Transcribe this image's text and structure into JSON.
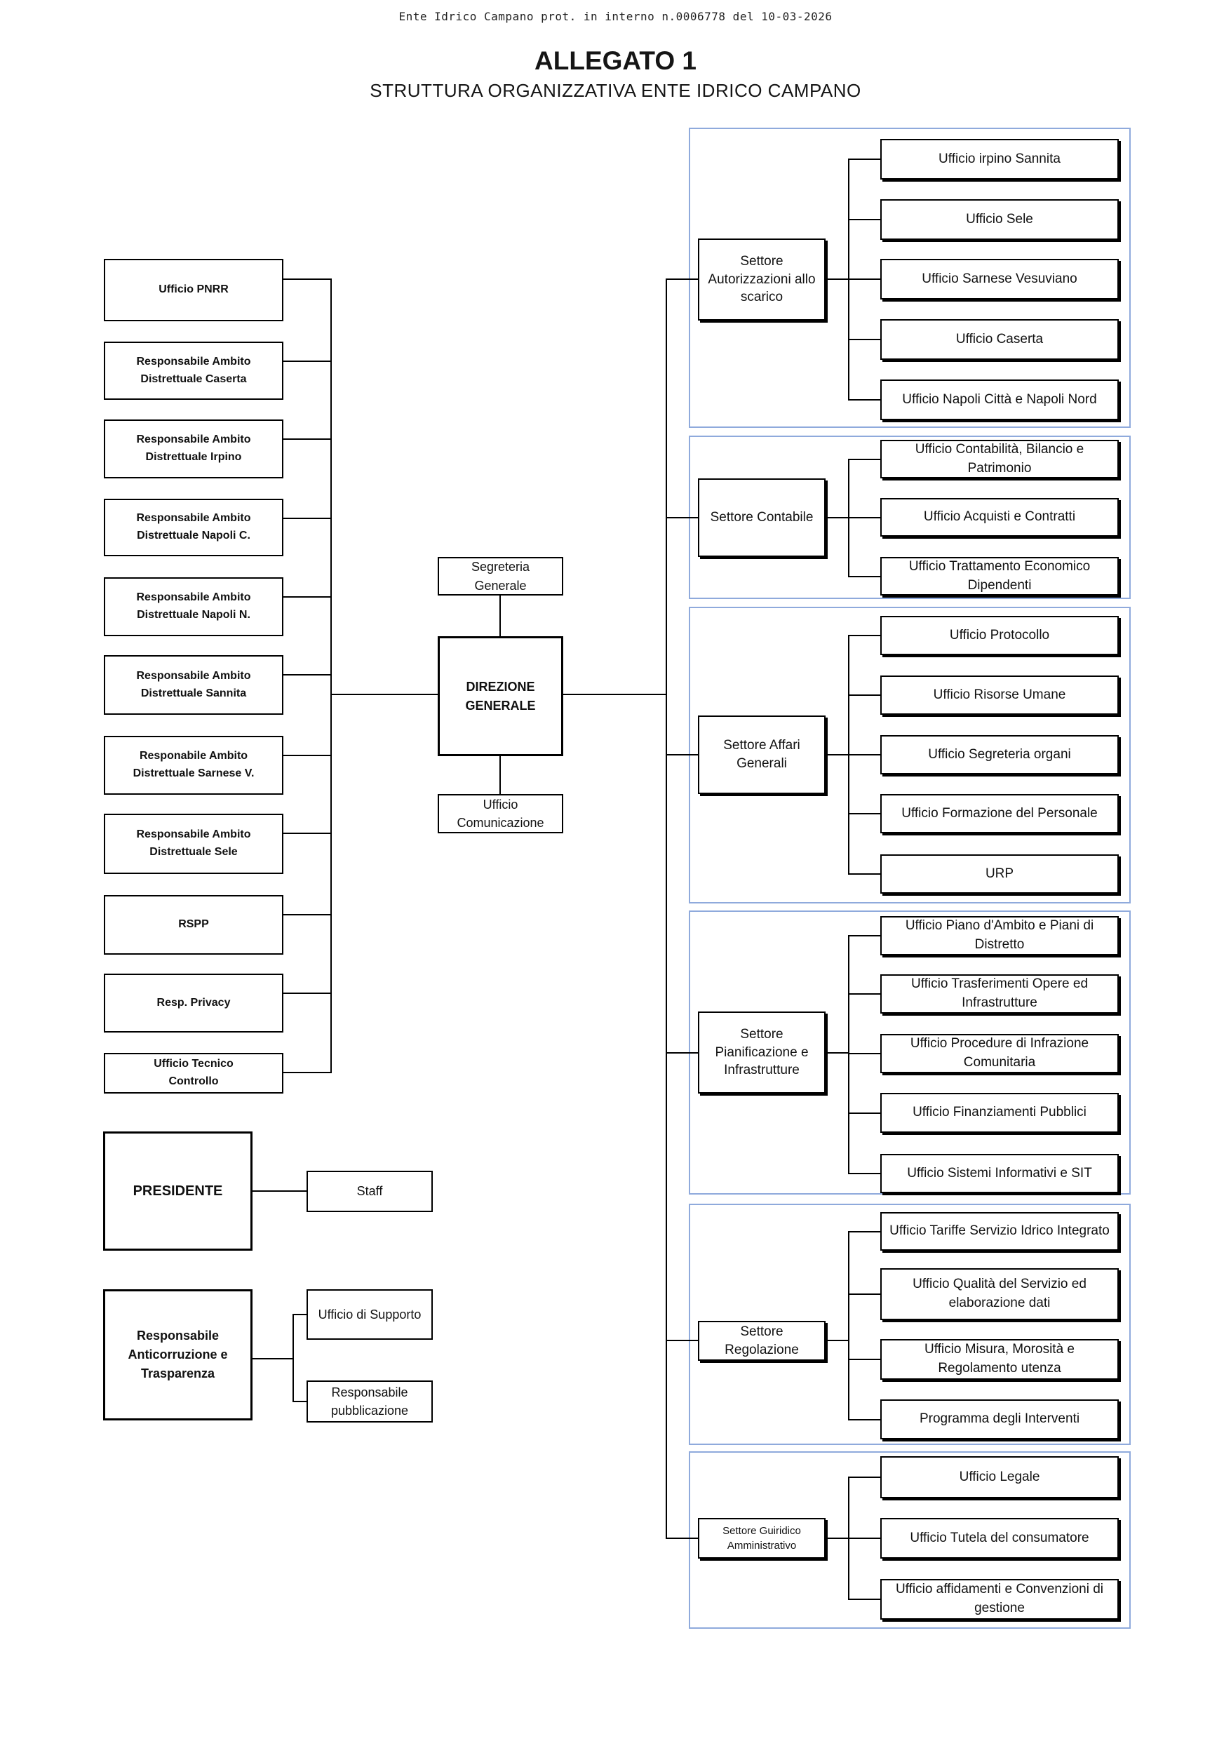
{
  "header": {
    "protocol_line": "Ente Idrico Campano prot. in interno n.0006778 del 10-03-2026",
    "title": "ALLEGATO 1",
    "subtitle": "STRUTTURA ORGANIZZATIVA ENTE IDRICO CAMPANO"
  },
  "colors": {
    "line": "#000000",
    "container_border": "#8FAADC",
    "box_border": "#000000",
    "background": "#ffffff"
  },
  "left_column": {
    "items": [
      {
        "label": "Ufficio PNRR"
      },
      {
        "label": "Responsabile Ambito Distrettuale Caserta"
      },
      {
        "label": "Responsabile Ambito Distrettuale Irpino"
      },
      {
        "label": "Responsabile Ambito Distrettuale Napoli C."
      },
      {
        "label": "Responsabile Ambito Distrettuale Napoli N."
      },
      {
        "label": "Responsabile Ambito Distrettuale Sannita"
      },
      {
        "label": "Responabile Ambito Distrettuale Sarnese V."
      },
      {
        "label": "Responsabile Ambito Distrettuale Sele"
      },
      {
        "label": "RSPP"
      },
      {
        "label": "Resp. Privacy"
      },
      {
        "label": "Ufficio Tecnico Controllo"
      }
    ]
  },
  "center": {
    "segreteria_generale": "Segreteria Generale",
    "direzione_generale": "DIREZIONE GENERALE",
    "ufficio_comunicazione": "Ufficio Comunicazione"
  },
  "presidency": {
    "presidente": "PRESIDENTE",
    "staff": "Staff"
  },
  "anticorruzione": {
    "label": "Responsabile Anticorruzione e Trasparenza",
    "children": [
      {
        "label": "Ufficio di Supporto"
      },
      {
        "label": "Responsabile pubblicazione"
      }
    ]
  },
  "sectors": [
    {
      "name": "Settore Autorizzazioni allo scarico",
      "offices": [
        {
          "label": "Ufficio irpino Sannita"
        },
        {
          "label": "Ufficio Sele"
        },
        {
          "label": "Ufficio Sarnese Vesuviano"
        },
        {
          "label": "Ufficio Caserta"
        },
        {
          "label": "Ufficio Napoli Città e Napoli Nord"
        }
      ]
    },
    {
      "name": "Settore Contabile",
      "offices": [
        {
          "label": "Ufficio Contabilità, Bilancio e Patrimonio"
        },
        {
          "label": "Ufficio Acquisti e Contratti"
        },
        {
          "label": "Ufficio Trattamento Economico Dipendenti"
        }
      ]
    },
    {
      "name": "Settore Affari Generali",
      "offices": [
        {
          "label": "Ufficio Protocollo"
        },
        {
          "label": "Ufficio Risorse Umane"
        },
        {
          "label": "Ufficio Segreteria organi"
        },
        {
          "label": "Ufficio Formazione del Personale"
        },
        {
          "label": "URP"
        }
      ]
    },
    {
      "name": "Settore Pianificazione e Infrastrutture",
      "offices": [
        {
          "label": "Ufficio Piano d'Ambito e Piani di Distretto"
        },
        {
          "label": "Ufficio Trasferimenti Opere ed Infrastrutture"
        },
        {
          "label": "Ufficio Procedure di Infrazione Comunitaria"
        },
        {
          "label": "Ufficio Finanziamenti Pubblici"
        },
        {
          "label": "Ufficio Sistemi Informativi e SIT"
        }
      ]
    },
    {
      "name": "Settore Regolazione",
      "offices": [
        {
          "label": "Ufficio Tariffe Servizio Idrico Integrato"
        },
        {
          "label": "Ufficio Qualità del Servizio ed elaborazione dati"
        },
        {
          "label": "Ufficio Misura, Morosità e Regolamento utenza"
        },
        {
          "label": "Programma degli Interventi"
        }
      ]
    },
    {
      "name": "Settore Guiridico Amministrativo",
      "offices": [
        {
          "label": "Ufficio Legale"
        },
        {
          "label": "Ufficio Tutela del consumatore"
        },
        {
          "label": "Ufficio affidamenti e Convenzioni di gestione"
        }
      ]
    }
  ]
}
